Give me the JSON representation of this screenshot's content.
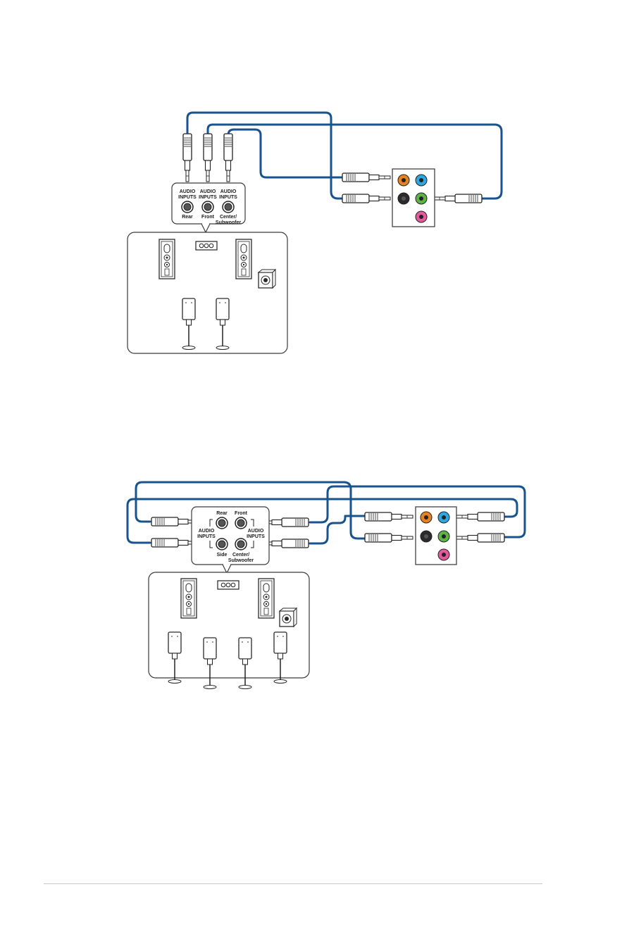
{
  "colors": {
    "cable": "#17538f",
    "jack_orange": "#e8821e",
    "jack_blue": "#2fa8e0",
    "jack_black": "#2b2b2b",
    "jack_green": "#5db445",
    "jack_pink": "#e7589e"
  },
  "diagram_top": {
    "inputs": [
      {
        "line1": "AUDIO",
        "line2": "INPUTS",
        "jack": "Rear"
      },
      {
        "line1": "AUDIO",
        "line2": "INPUTS",
        "jack": "Front"
      },
      {
        "line1": "AUDIO",
        "line2": "INPUTS",
        "jack": "Center/",
        "jack2": "Subwoofer"
      }
    ]
  },
  "diagram_bottom": {
    "top_labels": {
      "rear": "Rear",
      "front": "Front"
    },
    "bottom_labels": {
      "side": "Side",
      "center": "Center/",
      "center2": "Subwoofer"
    },
    "left_group": {
      "line1": "AUDIO",
      "line2": "INPUTS"
    },
    "right_group": {
      "line1": "AUDIO",
      "line2": "INPUTS"
    }
  }
}
